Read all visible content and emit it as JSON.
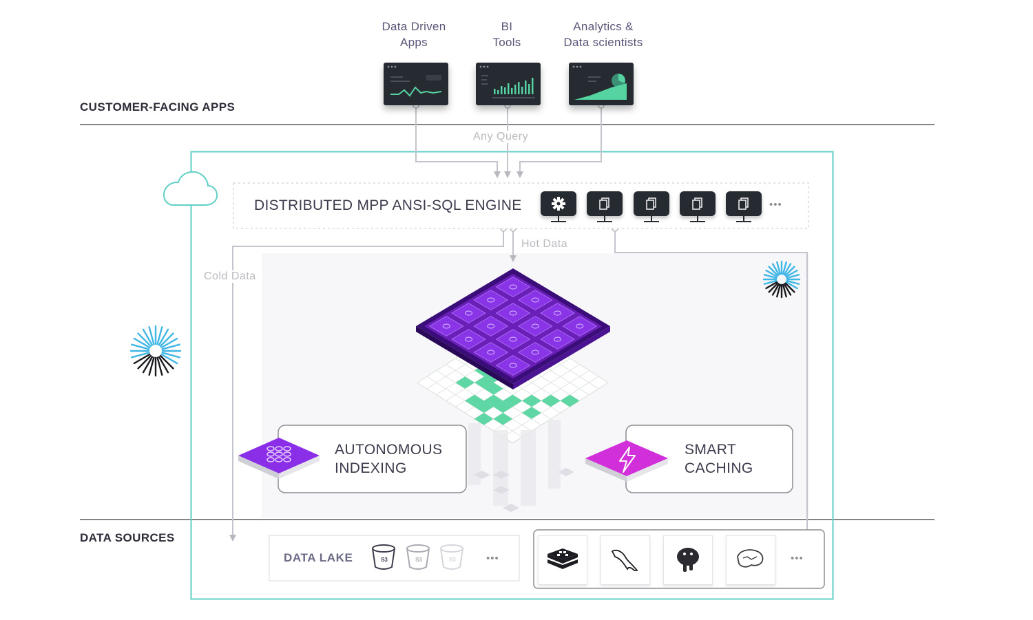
{
  "apps": [
    {
      "line1": "Data Driven",
      "line2": "Apps",
      "icon": "line-chart-monitor-icon"
    },
    {
      "line1": "BI",
      "line2": "Tools",
      "icon": "bar-chart-monitor-icon"
    },
    {
      "line1": "Analytics &",
      "line2": "Data scientists",
      "icon": "pie-chart-monitor-icon"
    }
  ],
  "sections": {
    "customer_facing": "CUSTOMER-FACING APPS",
    "data_sources": "DATA SOURCES"
  },
  "flows": {
    "any_query": "Any Query",
    "hot_data": "Hot Data",
    "cold_data": "Cold Data"
  },
  "engine": {
    "title": "DISTRIBUTED MPP ANSI-SQL ENGINE",
    "more": "•••"
  },
  "features": {
    "indexing": {
      "line1": "AUTONOMOUS",
      "line2": "INDEXING"
    },
    "caching": {
      "line1": "SMART",
      "line2": "CACHING"
    }
  },
  "data_lake": {
    "label": "DATA LAKE",
    "bucket": "S3",
    "more": "•••"
  },
  "databases": {
    "items": [
      "redis-icon",
      "mysql-icon",
      "postgresql-icon",
      "mariadb-icon"
    ],
    "more": "•••"
  },
  "colors": {
    "accent_teal": "#5fd0c6",
    "purple": "#6a1fb8",
    "magenta": "#cc2fd6",
    "green": "#55d3a0",
    "spinner_blue": "#3fb6e6",
    "text_dark": "#3d3a4c",
    "flow_line": "#c4c4cc"
  }
}
